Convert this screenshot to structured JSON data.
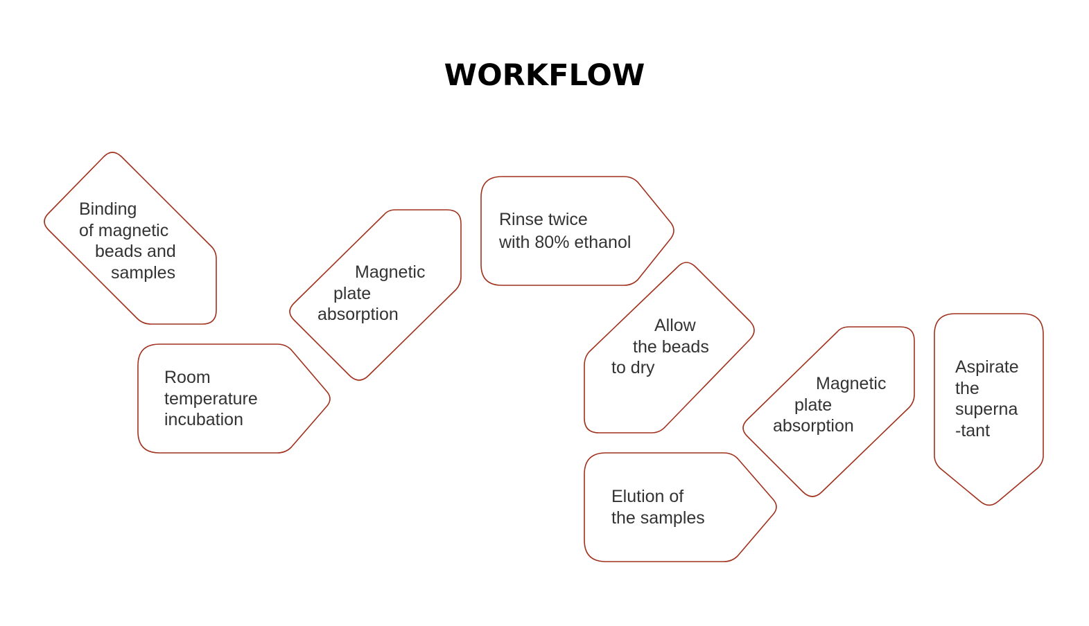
{
  "title": "WORKFLOW",
  "colors": {
    "shape_stroke": "#a0301c",
    "text": "#333333",
    "title": "#000000",
    "background": "#ffffff"
  },
  "steps": [
    {
      "id": "binding",
      "lines": [
        "Binding",
        "of magnetic",
        "beads and",
        "samples"
      ]
    },
    {
      "id": "room-temp",
      "lines": [
        "Room",
        "temperature",
        "incubation"
      ]
    },
    {
      "id": "magnetic-1",
      "lines": [
        "Magnetic",
        "plate",
        "absorption"
      ]
    },
    {
      "id": "rinse",
      "lines": [
        "Rinse twice",
        "with 80% ethanol"
      ]
    },
    {
      "id": "dry",
      "lines": [
        "Allow",
        "the beads",
        "to dry"
      ]
    },
    {
      "id": "elution",
      "lines": [
        "Elution of",
        "the samples"
      ]
    },
    {
      "id": "magnetic-2",
      "lines": [
        "Magnetic",
        "plate",
        "absorption"
      ]
    },
    {
      "id": "aspirate",
      "lines": [
        "Aspirate",
        "the",
        "superna",
        "-tant"
      ]
    }
  ]
}
